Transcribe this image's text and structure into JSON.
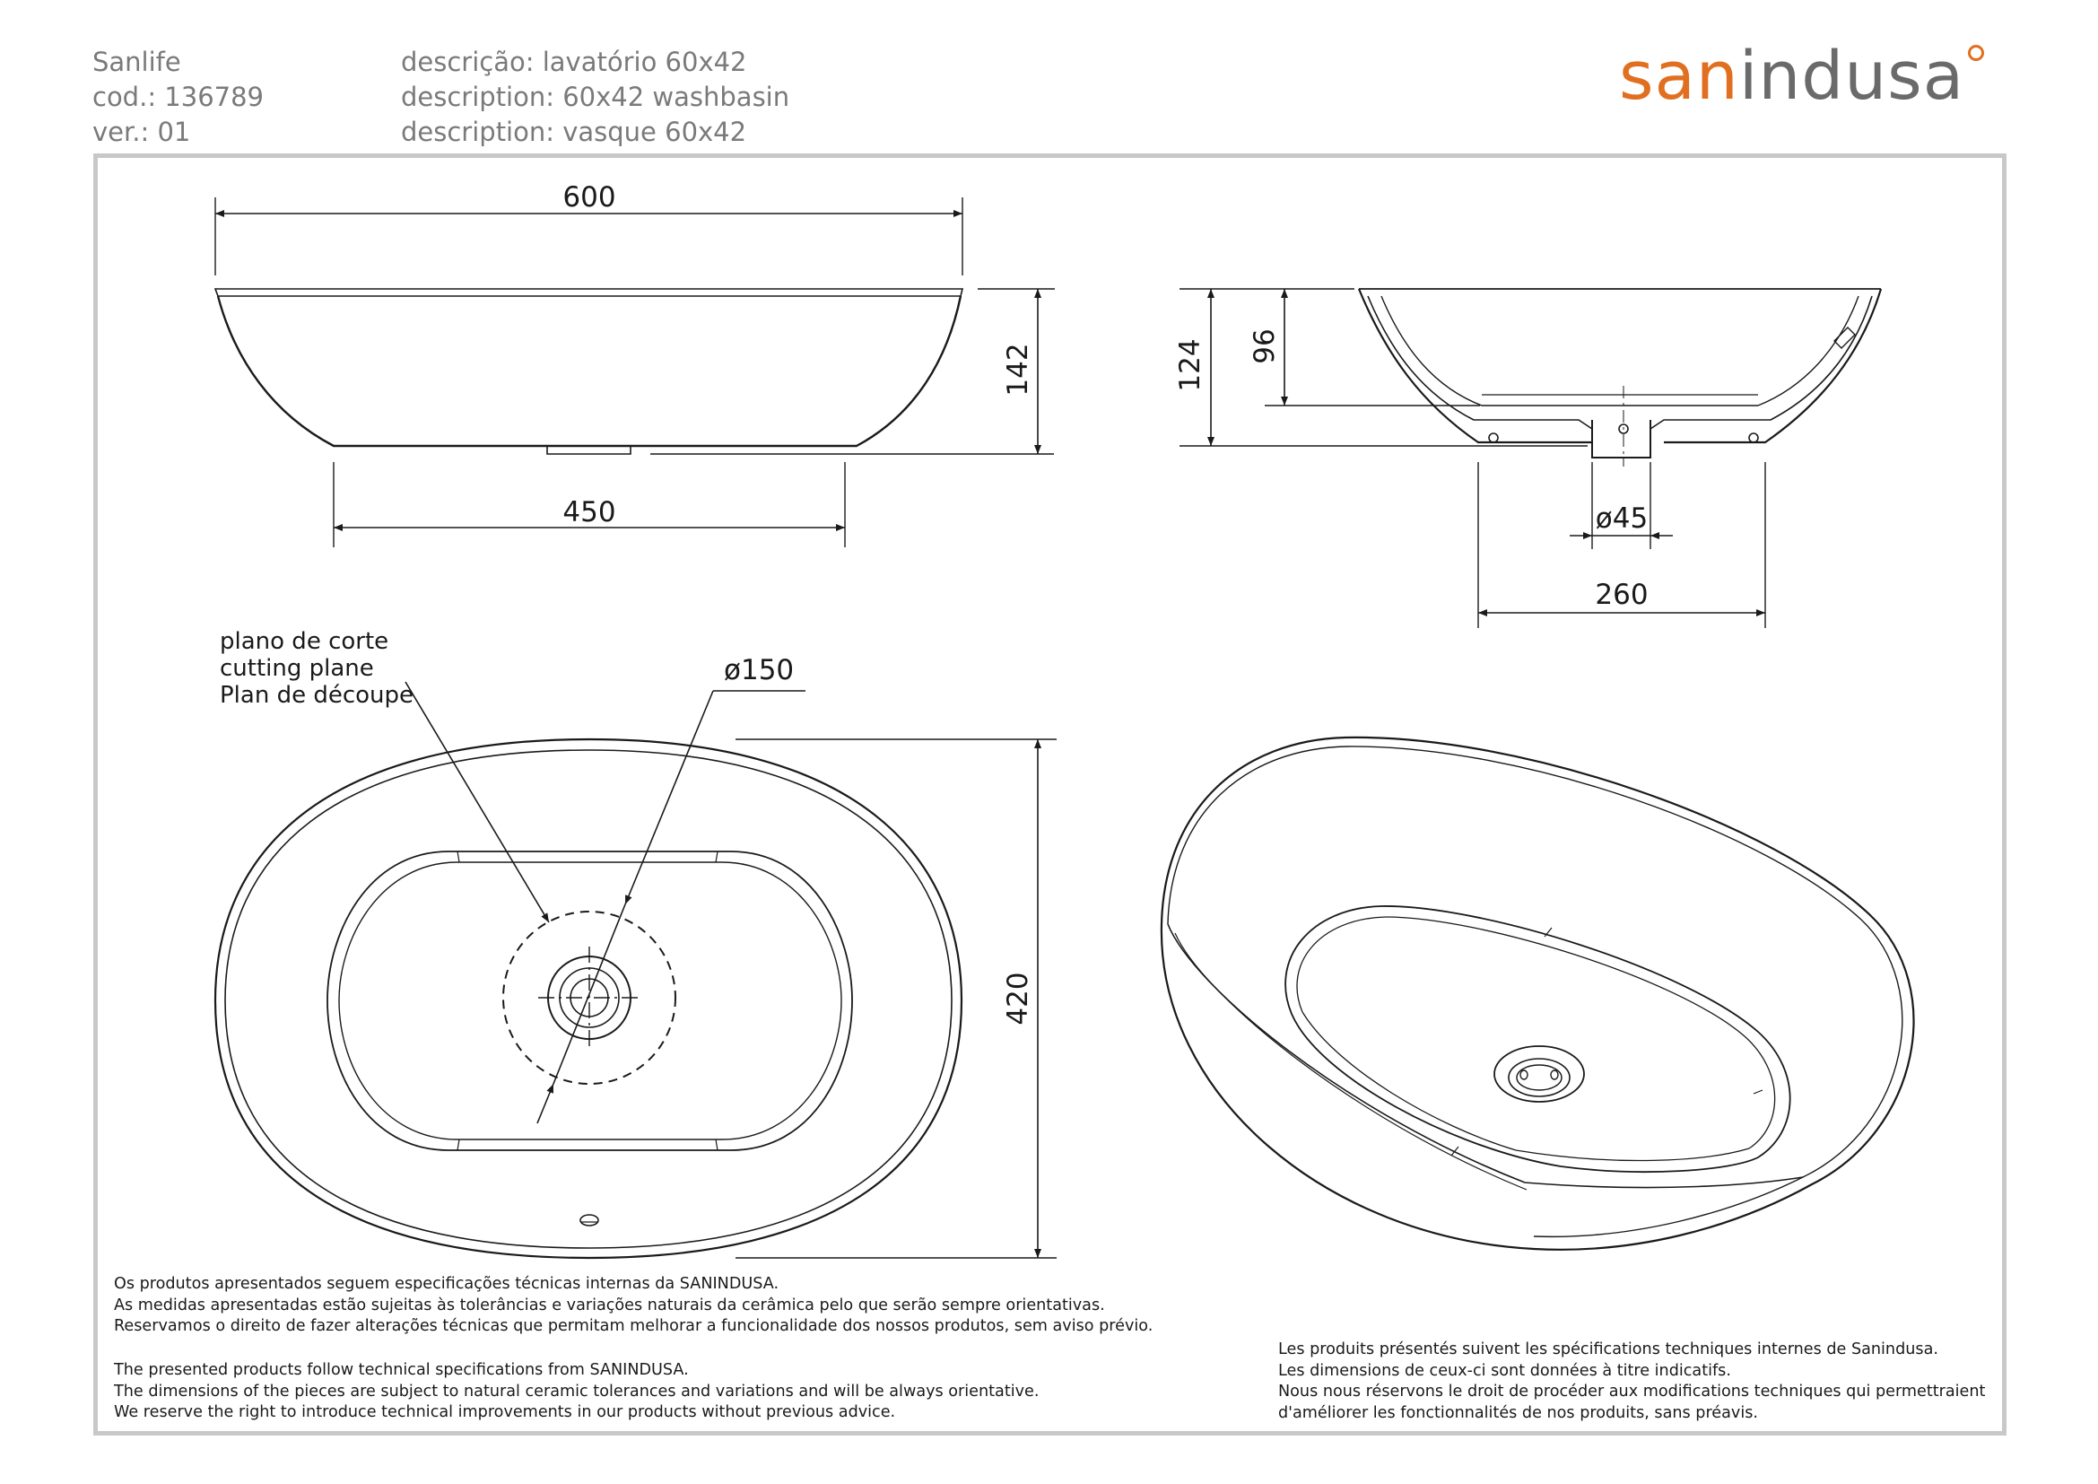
{
  "header": {
    "series": "Sanlife",
    "code": "cod.: 136789",
    "version": "ver.: 01",
    "desc_pt": "descrição: lavatório 60x42",
    "desc_en": "description: 60x42 washbasin",
    "desc_fr": "description: vasque 60x42"
  },
  "brand": {
    "part1": "san",
    "part2": "indusa",
    "accent": "#e07020",
    "gray": "#6a6a6a"
  },
  "dimensions": {
    "width_top": "600",
    "width_base": "450",
    "height_total": "142",
    "height_section": "124",
    "depth_inner": "96",
    "drain_diameter": "ø45",
    "base_section": "260",
    "cut_diameter": "ø150",
    "depth_plan": "420"
  },
  "cutting_plane": {
    "pt": "plano de corte",
    "en": "cutting plane",
    "fr": "Plan de découpe"
  },
  "notes": {
    "pt": [
      "Os produtos apresentados seguem especificações técnicas internas da SANINDUSA.",
      "As medidas apresentadas estão sujeitas às tolerâncias e variações naturais da cerâmica pelo que serão sempre orientativas.",
      "Reservamos o direito de fazer alterações técnicas que permitam melhorar a funcionalidade dos nossos produtos, sem aviso prévio."
    ],
    "en": [
      "The presented products follow technical specifications from SANINDUSA.",
      "The dimensions of the pieces are subject to natural ceramic tolerances and variations and will be always orientative.",
      "We reserve the right to introduce technical improvements in our products without previous advice."
    ],
    "fr": [
      "Les produits présentés suivent les spécifications techniques internes de Sanindusa.",
      "Les dimensions de ceux-ci sont données à titre indicatifs.",
      "Nous nous réservons le droit de procéder aux modifications techniques qui permettraient",
      "d'améliorer les fonctionnalités de nos produits, sans préavis."
    ]
  }
}
